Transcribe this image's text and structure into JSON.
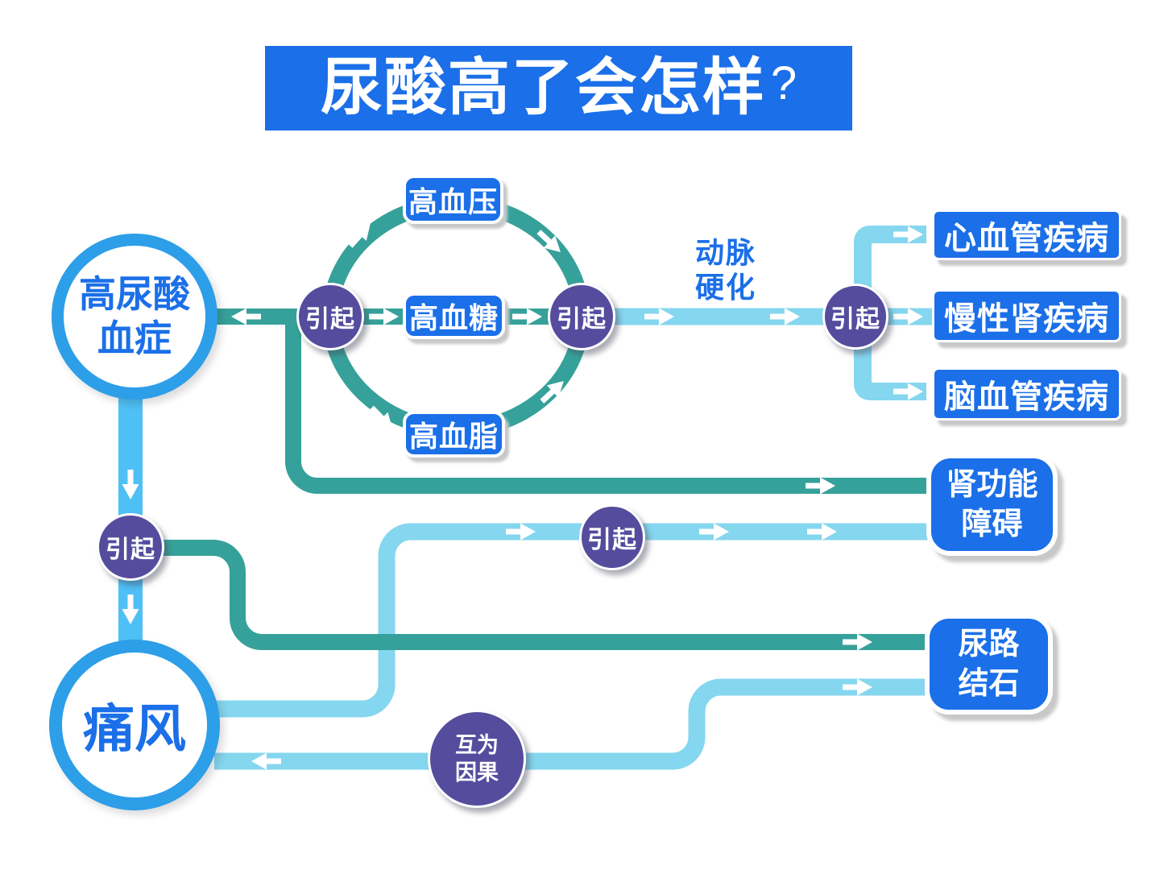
{
  "title": {
    "text": "尿酸高了会怎样",
    "question_mark": "?"
  },
  "colors": {
    "primary_blue": "#1b6fe8",
    "circle_ring_blue": "#2d9ee8",
    "band_blue": "#4fc0f5",
    "teal": "#36a19a",
    "light_blue": "#85d6ef",
    "purple": "#564c9d",
    "text_white": "#ffffff",
    "shadow_gray": "#c8c8c8"
  },
  "nodes": {
    "hyperuricemia": {
      "line1": "高尿酸",
      "line2": "血症"
    },
    "gout": {
      "label": "痛风"
    },
    "cause_label": "引起",
    "mutual": {
      "line1": "互为",
      "line2": "因果"
    }
  },
  "metabolic_loop": {
    "top": "高血压",
    "middle": "高血糖",
    "bottom": "高血脂"
  },
  "arteriosclerosis": {
    "line1": "动脉",
    "line2": "硬化"
  },
  "outcomes": {
    "cardiovascular": "心血管疾病",
    "chronic_kidney": "慢性肾疾病",
    "cerebrovascular": "脑血管疾病",
    "renal": {
      "line1": "肾功能",
      "line2": "障碍"
    },
    "stone": {
      "line1": "尿路",
      "line2": "结石"
    }
  }
}
